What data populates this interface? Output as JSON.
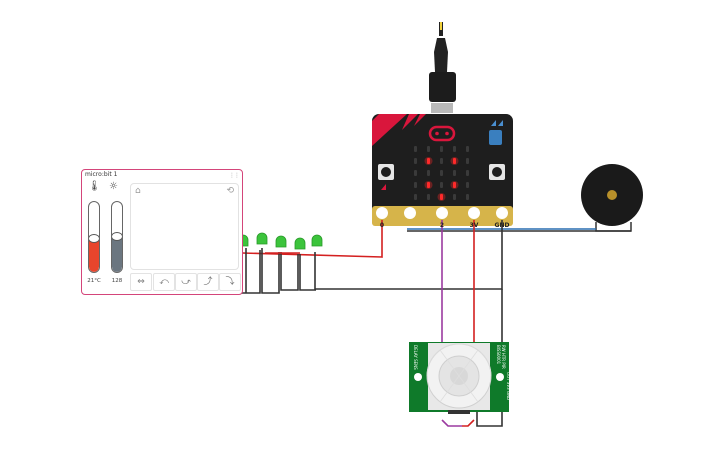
{
  "simulator": {
    "title": "micro:bit 1",
    "temperature": {
      "value_label": "21°C",
      "level": 0.47
    },
    "light": {
      "value_label": "128",
      "level": 0.5
    },
    "gestures": [
      "shake",
      "tilt-left",
      "tilt-right",
      "tilt-up",
      "tilt-down"
    ]
  },
  "microbit": {
    "pin_labels": [
      "0",
      "2",
      "3V",
      "GND"
    ],
    "led_matrix": [
      [
        0,
        0,
        0,
        0,
        0
      ],
      [
        0,
        1,
        0,
        1,
        0
      ],
      [
        0,
        0,
        0,
        0,
        0
      ],
      [
        0,
        1,
        0,
        1,
        0
      ],
      [
        0,
        0,
        1,
        0,
        0
      ]
    ]
  },
  "pir_sensor": {
    "side_left": "DELAY  SENS",
    "side_right_a": "BISS0001",
    "side_right_b": "RW  HTR  PIR",
    "side_right_c": "OUT  3V3  GND"
  },
  "colors": {
    "wire_red": "#d42020",
    "wire_black": "#333333",
    "wire_purple": "#9b3aa0",
    "board_black": "#1e1e1e",
    "board_red": "#d9163c",
    "led_green": "#3cc43c",
    "pcb_green": "#0f7a2a",
    "panel_border": "#d4457a",
    "temp_fill": "#e8452c",
    "light_fill": "#6b7680"
  }
}
